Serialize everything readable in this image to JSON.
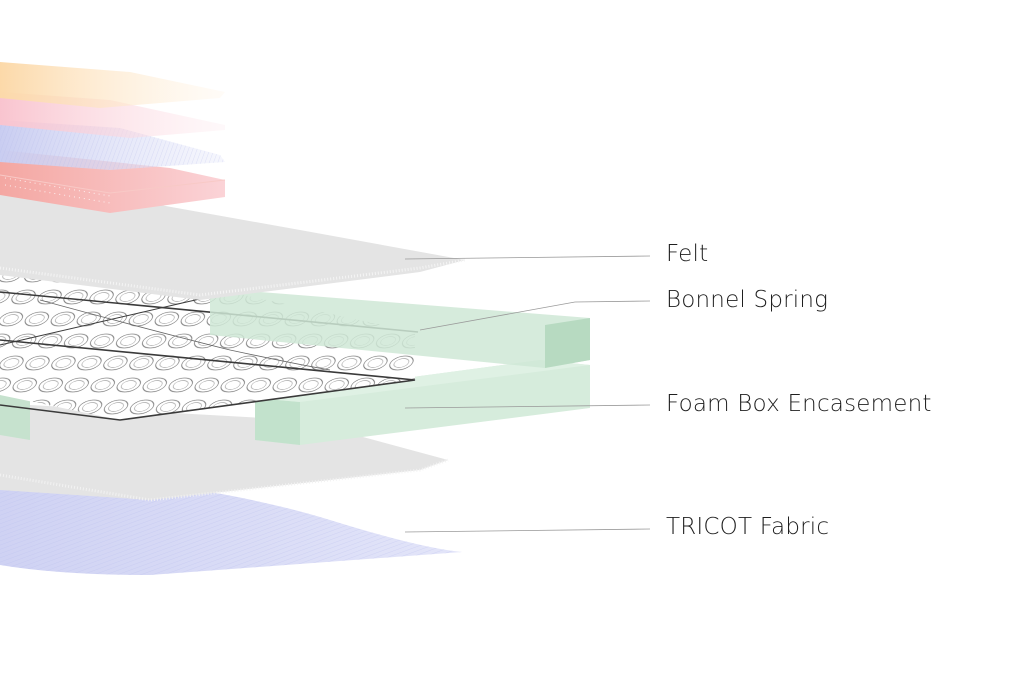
{
  "labels": {
    "felt": "Felt",
    "bonnel_spring": "Bonnel Spring",
    "foam_box": "Foam Box Encasement",
    "tricot": "TRICOT Fabric"
  },
  "colors": {
    "background": "#ffffff",
    "felt": "#e6e6e6",
    "foam": "#cfe6d6",
    "tricot": "#d9dcf5",
    "top_peach": "#fde3c0",
    "top_pink": "#fbd3dc",
    "top_red": "#f6b9b5",
    "spring_wire": "#3a3a3a",
    "leader_line": "#9a9a9a"
  }
}
